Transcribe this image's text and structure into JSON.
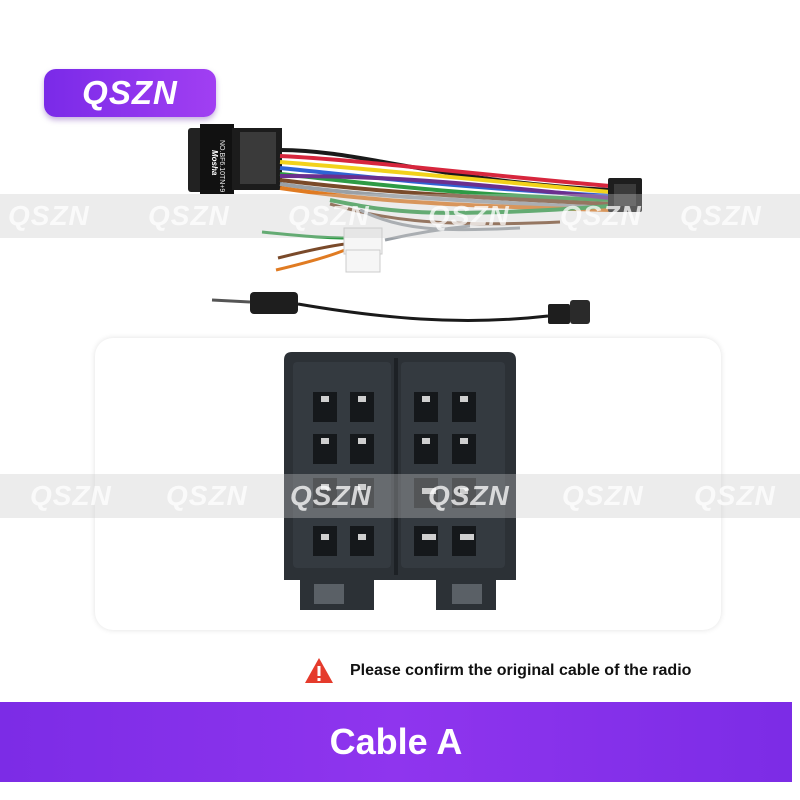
{
  "brand": {
    "logo_text": "QSZN"
  },
  "watermark": {
    "text": "QSZN"
  },
  "harness": {
    "label_text_1": "NO.BF6.10TN+9",
    "label_text_2": "Mosha",
    "wire_colors": [
      "#1a1a1a",
      "#d7263d",
      "#f2d21b",
      "#2f63d4",
      "#2e9b45",
      "#7a4a2a",
      "#9aa0a6",
      "#e07b22",
      "#6b2f8f"
    ]
  },
  "warning": {
    "icon": "warning-triangle-icon",
    "text": "Please confirm the original cable of the radio",
    "icon_color": "#e53b2c"
  },
  "banner": {
    "title": "Cable A"
  },
  "colors": {
    "accent": "#7c2ce6",
    "connector": "#2c3136"
  }
}
